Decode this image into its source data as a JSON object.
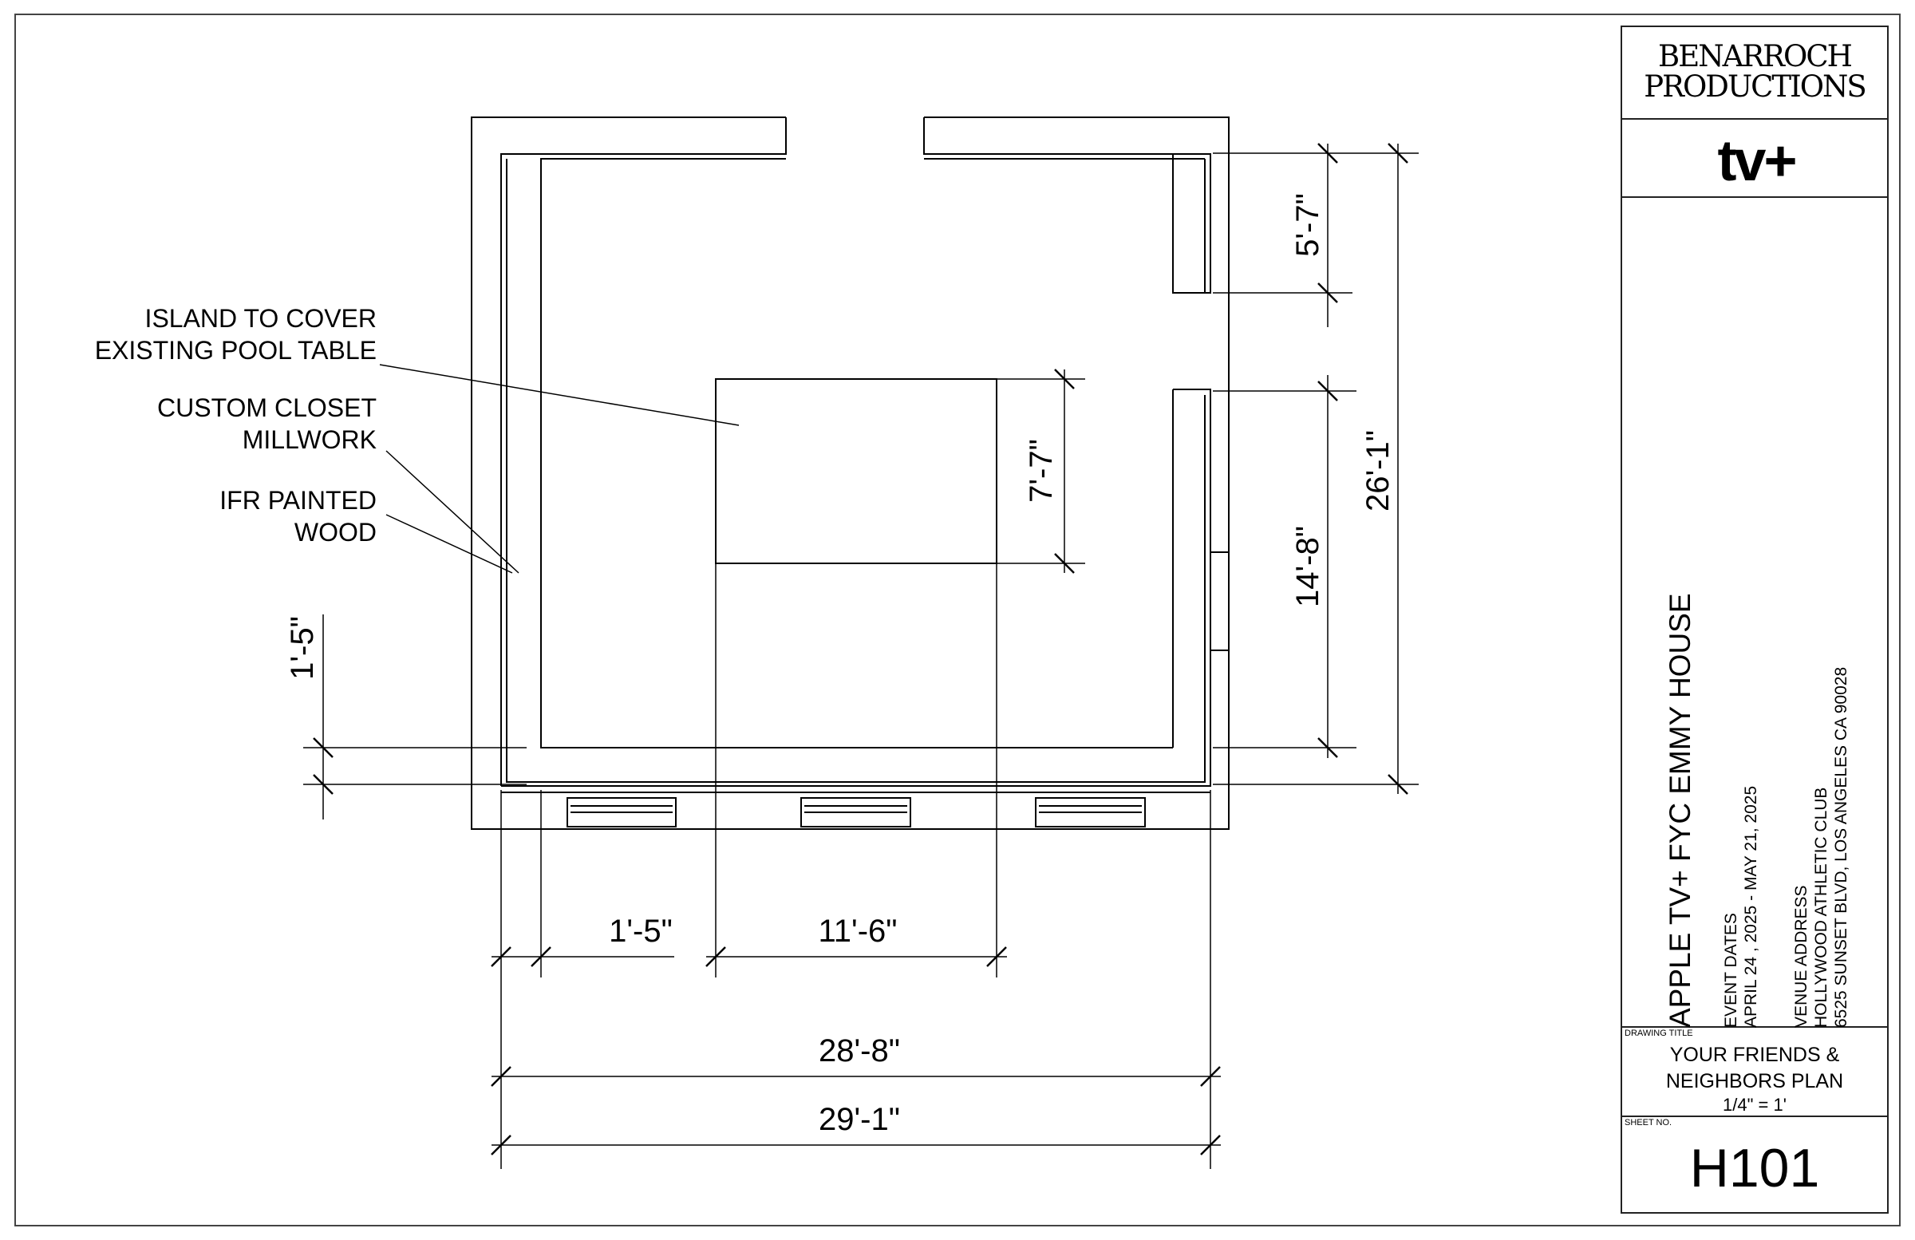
{
  "plan": {
    "dimensions": {
      "d_5_7": "5'-7\"",
      "d_7_7": "7'-7\"",
      "d_26_1": "26'-1\"",
      "d_14_8": "14'-8\"",
      "d_1_5_v": "1'-5\"",
      "d_1_5_h": "1'-5\"",
      "d_11_6": "11'-6\"",
      "d_28_8": "28'-8\"",
      "d_29_1": "29'-1\""
    },
    "notes": {
      "island": [
        "ISLAND TO COVER",
        "EXISTING POOL TABLE"
      ],
      "closet": [
        "CUSTOM CLOSET",
        "MILLWORK"
      ],
      "ifr": [
        "IFR PAINTED",
        "WOOD"
      ]
    }
  },
  "title_block": {
    "firm_line1": "BENARROCH",
    "firm_line2": "PRODUCTIONS",
    "brand_apple": "",
    "brand_text": "tv+",
    "project_title": "APPLE TV+ FYC EMMY HOUSE",
    "event_dates_label": "EVENT DATES",
    "event_dates": "APRIL 24 , 2025 - MAY 21, 2025",
    "venue_label": "VENUE ADDRESS",
    "venue_name": "HOLLYWOOD ATHLETIC CLUB",
    "venue_address": "6525 SUNSET BLVD, LOS ANGELES CA 90028",
    "drawing_title_label": "DRAWING TITLE",
    "drawing_title_line1": "YOUR FRIENDS &",
    "drawing_title_line2": "NEIGHBORS PLAN",
    "scale": "1/4\" = 1'",
    "sheet_no_label": "SHEET NO.",
    "sheet_no": "H101"
  }
}
